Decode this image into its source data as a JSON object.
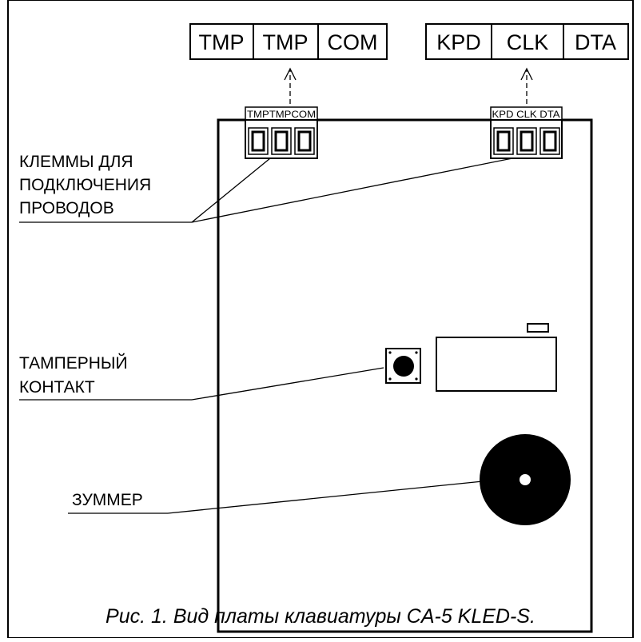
{
  "top_terminals_left": [
    "TMP",
    "TMP",
    "COM"
  ],
  "top_terminals_right": [
    "KPD",
    "CLK",
    "DTA"
  ],
  "board_terminals_left": "TMPTMPCOM",
  "board_terminals_right": "KPD CLK DTA",
  "labels": {
    "terminals": [
      "КЛЕММЫ ДЛЯ",
      "ПОДКЛЮЧЕНИЯ",
      "ПРОВОДОВ"
    ],
    "tamper": [
      "ТАМПЕРНЫЙ",
      "КОНТАКТ"
    ],
    "buzzer": "ЗУММЕР"
  },
  "caption": "Рис. 1. Вид платы клавиатуры CA-5 KLED-S."
}
